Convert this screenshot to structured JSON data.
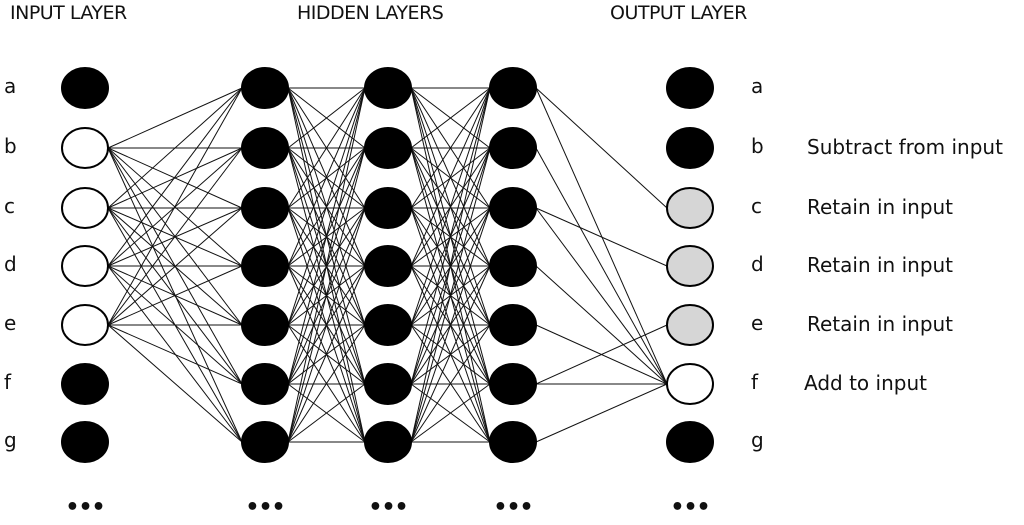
{
  "headers": {
    "input": "INPUT LAYER",
    "hidden": "HIDDEN LAYERS",
    "output": "OUTPUT LAYER"
  },
  "row_labels": [
    "a",
    "b",
    "c",
    "d",
    "e",
    "f",
    "g"
  ],
  "ellipsis": "•••",
  "colors": {
    "filled": "#000000",
    "open": "#ffffff",
    "retain": "#d6d6d6",
    "stroke": "#000000"
  },
  "layers": {
    "input": [
      "filled",
      "open",
      "open",
      "open",
      "open",
      "filled",
      "filled"
    ],
    "hidden_1": [
      "filled",
      "filled",
      "filled",
      "filled",
      "filled",
      "filled",
      "filled"
    ],
    "hidden_2": [
      "filled",
      "filled",
      "filled",
      "filled",
      "filled",
      "filled",
      "filled"
    ],
    "hidden_3": [
      "filled",
      "filled",
      "filled",
      "filled",
      "filled",
      "filled",
      "filled"
    ],
    "output": [
      "filled",
      "filled",
      "retain",
      "retain",
      "retain",
      "open",
      "filled"
    ]
  },
  "output_connections": [
    {
      "from": 0,
      "to": 2
    },
    {
      "from": 2,
      "to": 3
    },
    {
      "from": 5,
      "to": 4
    },
    {
      "from": 0,
      "to": 5
    },
    {
      "from": 1,
      "to": 5
    },
    {
      "from": 2,
      "to": 5
    },
    {
      "from": 3,
      "to": 5
    },
    {
      "from": 4,
      "to": 5
    },
    {
      "from": 5,
      "to": 5
    },
    {
      "from": 6,
      "to": 5
    }
  ],
  "output_descriptions": [
    {
      "row": 1,
      "text": "Subtract from input"
    },
    {
      "row": 2,
      "text": "Retain in input"
    },
    {
      "row": 3,
      "text": "Retain in input"
    },
    {
      "row": 4,
      "text": "Retain in input"
    },
    {
      "row": 5,
      "text": "Add to input"
    }
  ]
}
